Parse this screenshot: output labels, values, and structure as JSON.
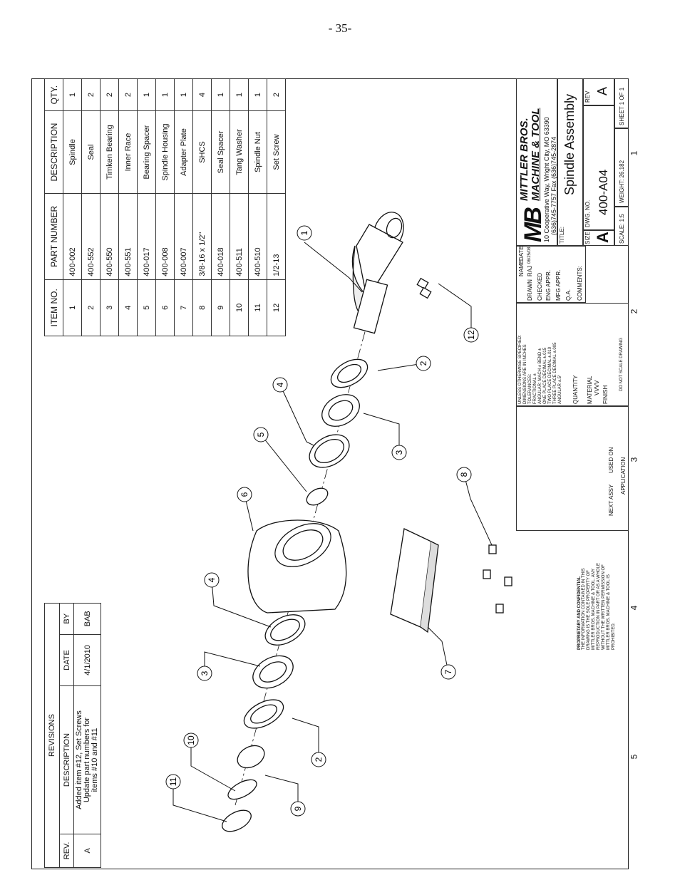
{
  "page_number": "- 35-",
  "bom": {
    "headers": [
      "ITEM NO.",
      "PART NUMBER",
      "DESCRIPTION",
      "QTY."
    ],
    "rows": [
      [
        "1",
        "400-002",
        "Spindle",
        "1"
      ],
      [
        "2",
        "400-552",
        "Seal",
        "2"
      ],
      [
        "3",
        "400-550",
        "Timken Bearing",
        "2"
      ],
      [
        "4",
        "400-551",
        "Inner Race",
        "2"
      ],
      [
        "5",
        "400-017",
        "Bearing Spacer",
        "1"
      ],
      [
        "6",
        "400-008",
        "Spindle Housing",
        "1"
      ],
      [
        "7",
        "400-007",
        "Adapter Plate",
        "1"
      ],
      [
        "8",
        "3/8-16 x 1/2\"",
        "SHCS",
        "4"
      ],
      [
        "9",
        "400-018",
        "Seal Spacer",
        "1"
      ],
      [
        "10",
        "400-511",
        "Tang Washer",
        "1"
      ],
      [
        "11",
        "400-510",
        "Spindle Nut",
        "1"
      ],
      [
        "12",
        "1/2-13",
        "Set Screw",
        "2"
      ]
    ]
  },
  "revisions": {
    "title": "REVISIONS",
    "headers": [
      "REV.",
      "DESCRIPTION",
      "DATE",
      "BY"
    ],
    "row": {
      "rev": "A",
      "description_lines": [
        "Added item #12, Set Screws",
        "Update part numbers for",
        "items #10 and #11"
      ],
      "date": "4/1/2010",
      "by": "BAB"
    }
  },
  "title_block": {
    "company_line1": "MITTLER BROS.",
    "company_line2": "MACHINE & TOOL",
    "logo": "MB",
    "address": "10 Cooperative Way, Wright City, MO 63390",
    "phone": "(636)745-7757  Fax (636)745-2874",
    "title_label": "TITLE:",
    "title": "Spindle Assembly",
    "size_label": "SIZE",
    "size": "A",
    "dwg_label": "DWG.  NO.",
    "dwg_no": "400-A04",
    "rev_label": "REV",
    "rev": "A",
    "scale": "SCALE: 1:5",
    "weight": "WEIGHT: 26.182",
    "sheet": "SHEET 1 OF 1",
    "name_label": "NAME",
    "date_label": "DATE",
    "drawn_label": "DRAWN",
    "drawn_name": "RAJ",
    "drawn_date": "06/25/08",
    "checked_label": "CHECKED",
    "eng_label": "ENG APPR.",
    "mfg_label": "MFG APPR.",
    "qa_label": "Q.A.",
    "comments_label": "COMMENTS:",
    "tolerance_lines": [
      "UNLESS OTHERWISE SPECIFIED:",
      "DIMENSIONS ARE IN INCHES",
      "TOLERANCES:",
      "FRACTIONAL ±",
      "ANGULAR: MACH ±   BEND ±",
      "ONE PLACE DECIMAL  ±.015",
      "TWO PLACE DECIMAL  ±.010",
      "THREE PLACE DECIMAL ±.005",
      "ANGULAR ±.5°"
    ],
    "quantity_label": "QUANTITY",
    "material_label": "MATERIAL",
    "material": "VVVV",
    "finish_label": "FINISH",
    "do_not_scale": "DO NOT SCALE DRAWING",
    "next_assy": "NEXT ASSY",
    "used_on": "USED ON",
    "application": "APPLICATION",
    "proprietary_title": "PROPRIETARY AND CONFIDENTIAL",
    "proprietary_text": [
      "THE INFORMATION CONTAINED IN THIS",
      "DRAWING IS THE SOLE PROPERTY OF",
      "MITTLER BROS. MACHINE & TOOL. ANY",
      "REPRODUCTION IN PART OR AS A WHOLE",
      "WITHOUT THE WRITTEN PERMISSION OF",
      "MITTLER BROS. MACHINE & TOOL IS",
      "PROHIBITED."
    ]
  },
  "zones": [
    "1",
    "2",
    "3",
    "4",
    "5"
  ],
  "callouts": [
    "1",
    "2",
    "3",
    "4",
    "5",
    "6",
    "7",
    "8",
    "9",
    "10",
    "11",
    "12"
  ]
}
